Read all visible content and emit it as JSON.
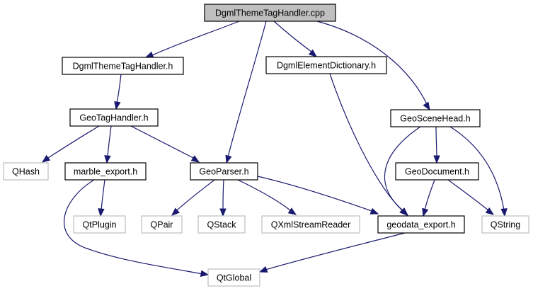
{
  "diagram": {
    "type": "include-dependency-graph",
    "colors": {
      "edge": "#191970",
      "root_fill": "#bfbfbf",
      "local_border": "#000000",
      "external_border": "#bfbfbf"
    },
    "nodes": [
      {
        "id": "root",
        "label": "DgmlThemeTagHandler.cpp",
        "kind": "root"
      },
      {
        "id": "dtth_h",
        "label": "DgmlThemeTagHandler.h",
        "kind": "local"
      },
      {
        "id": "ded_h",
        "label": "DgmlElementDictionary.h",
        "kind": "local"
      },
      {
        "id": "gth_h",
        "label": "GeoTagHandler.h",
        "kind": "local"
      },
      {
        "id": "gsh_h",
        "label": "GeoSceneHead.h",
        "kind": "local"
      },
      {
        "id": "qhash",
        "label": "QHash",
        "kind": "external"
      },
      {
        "id": "marble_export",
        "label": "marble_export.h",
        "kind": "local"
      },
      {
        "id": "geoparser",
        "label": "GeoParser.h",
        "kind": "local"
      },
      {
        "id": "geodocument",
        "label": "GeoDocument.h",
        "kind": "local"
      },
      {
        "id": "qtplugin",
        "label": "QtPlugin",
        "kind": "external"
      },
      {
        "id": "qpair",
        "label": "QPair",
        "kind": "external"
      },
      {
        "id": "qstack",
        "label": "QStack",
        "kind": "external"
      },
      {
        "id": "qxml",
        "label": "QXmlStreamReader",
        "kind": "external"
      },
      {
        "id": "geodata_export",
        "label": "geodata_export.h",
        "kind": "local"
      },
      {
        "id": "qstring",
        "label": "QString",
        "kind": "external"
      },
      {
        "id": "qtglobal",
        "label": "QtGlobal",
        "kind": "external"
      }
    ],
    "edges": [
      {
        "from": "root",
        "to": "dtth_h"
      },
      {
        "from": "root",
        "to": "geoparser"
      },
      {
        "from": "root",
        "to": "ded_h"
      },
      {
        "from": "root",
        "to": "gsh_h"
      },
      {
        "from": "dtth_h",
        "to": "gth_h"
      },
      {
        "from": "gth_h",
        "to": "qhash"
      },
      {
        "from": "gth_h",
        "to": "marble_export"
      },
      {
        "from": "gth_h",
        "to": "geoparser"
      },
      {
        "from": "marble_export",
        "to": "qtplugin"
      },
      {
        "from": "marble_export",
        "to": "qtglobal"
      },
      {
        "from": "geoparser",
        "to": "qpair"
      },
      {
        "from": "geoparser",
        "to": "qstack"
      },
      {
        "from": "geoparser",
        "to": "qxml"
      },
      {
        "from": "geoparser",
        "to": "geodata_export"
      },
      {
        "from": "ded_h",
        "to": "geodata_export"
      },
      {
        "from": "gsh_h",
        "to": "geodocument"
      },
      {
        "from": "gsh_h",
        "to": "geodata_export"
      },
      {
        "from": "gsh_h",
        "to": "qstring"
      },
      {
        "from": "geodocument",
        "to": "geodata_export"
      },
      {
        "from": "geodocument",
        "to": "qstring"
      },
      {
        "from": "geodata_export",
        "to": "qtglobal"
      }
    ]
  }
}
